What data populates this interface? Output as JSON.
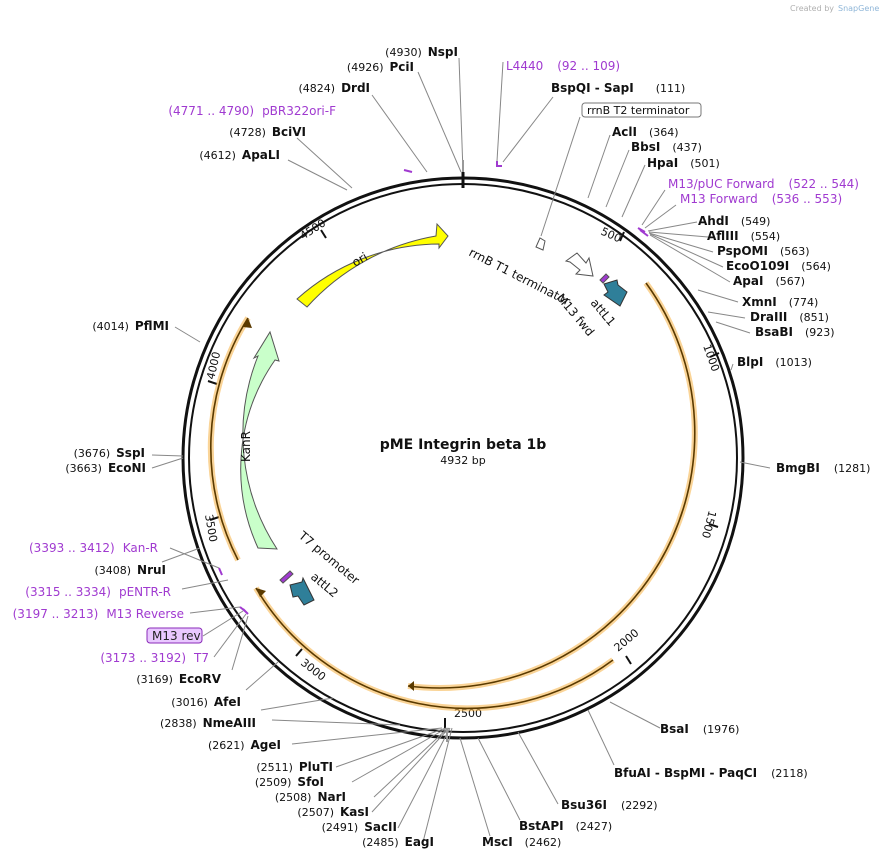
{
  "credit": {
    "created_by": "Created by",
    "brand": "SnapGene"
  },
  "map": {
    "name": "pME Integrin beta 1b",
    "length": "4932 bp"
  },
  "ticks": [
    {
      "label": "500"
    },
    {
      "label": "1000"
    },
    {
      "label": "1500"
    },
    {
      "label": "2000"
    },
    {
      "label": "2500"
    },
    {
      "label": "3000"
    },
    {
      "label": "3500"
    },
    {
      "label": "4000"
    },
    {
      "label": "4500"
    }
  ],
  "sites_right": [
    {
      "name": "BspQI - SapI",
      "pos": "(111)"
    },
    {
      "name": "AclI",
      "pos": "(364)"
    },
    {
      "name": "BbsI",
      "pos": "(437)"
    },
    {
      "name": "HpaI",
      "pos": "(501)"
    },
    {
      "name": "AhdI",
      "pos": "(549)"
    },
    {
      "name": "AflIII",
      "pos": "(554)"
    },
    {
      "name": "PspOMI",
      "pos": "(563)"
    },
    {
      "name": "EcoO109I",
      "pos": "(564)"
    },
    {
      "name": "ApaI",
      "pos": "(567)"
    },
    {
      "name": "XmnI",
      "pos": "(774)"
    },
    {
      "name": "DraIII",
      "pos": "(851)"
    },
    {
      "name": "BsaBI",
      "pos": "(923)"
    },
    {
      "name": "BlpI",
      "pos": "(1013)"
    },
    {
      "name": "BmgBI",
      "pos": "(1281)"
    },
    {
      "name": "BsaI",
      "pos": "(1976)"
    },
    {
      "name": "BfuAI - BspMI - PaqCI",
      "pos": "(2118)"
    },
    {
      "name": "Bsu36I",
      "pos": "(2292)"
    },
    {
      "name": "BstAPI",
      "pos": "(2427)"
    },
    {
      "name": "MscI",
      "pos": "(2462)"
    }
  ],
  "sites_left": [
    {
      "name": "NspI",
      "pos": "(4930)"
    },
    {
      "name": "PciI",
      "pos": "(4926)"
    },
    {
      "name": "DrdI",
      "pos": "(4824)"
    },
    {
      "name": "BciVI",
      "pos": "(4728)"
    },
    {
      "name": "ApaLI",
      "pos": "(4612)"
    },
    {
      "name": "PflMI",
      "pos": "(4014)"
    },
    {
      "name": "SspI",
      "pos": "(3676)"
    },
    {
      "name": "EcoNI",
      "pos": "(3663)"
    },
    {
      "name": "NruI",
      "pos": "(3408)"
    },
    {
      "name": "EcoRV",
      "pos": "(3169)"
    },
    {
      "name": "AfeI",
      "pos": "(3016)"
    },
    {
      "name": "NmeAIII",
      "pos": "(2838)"
    },
    {
      "name": "AgeI",
      "pos": "(2621)"
    },
    {
      "name": "PluTI",
      "pos": "(2511)"
    },
    {
      "name": "SfoI",
      "pos": "(2509)"
    },
    {
      "name": "NarI",
      "pos": "(2508)"
    },
    {
      "name": "KasI",
      "pos": "(2507)"
    },
    {
      "name": "SacII",
      "pos": "(2491)"
    },
    {
      "name": "EagI",
      "pos": "(2485)"
    }
  ],
  "primers": {
    "l4440": {
      "name": "L4440",
      "range": "(92 .. 109)"
    },
    "pbr322": {
      "range": "(4771 .. 4790)",
      "name": "pBR322ori-F"
    },
    "m13puc": {
      "name": "M13/pUC Forward",
      "range": "(522 .. 544)"
    },
    "m13fwd": {
      "name": "M13 Forward",
      "range": "(536 .. 553)"
    },
    "kanr": {
      "range": "(3393 .. 3412)",
      "name": "Kan-R"
    },
    "pentr": {
      "range": "(3315 .. 3334)",
      "name": "pENTR-R"
    },
    "m13rev": {
      "range": "(3197 .. 3213)",
      "name": "M13 Reverse"
    },
    "m13rev_box": {
      "name": "M13 rev"
    },
    "t7": {
      "range": "(3173 .. 3192)",
      "name": "T7"
    }
  },
  "features": {
    "rrnb_t2": "rrnB T2 terminator",
    "rrnb_t1": "rrnB T1 terminator",
    "m13_fwd": "M13 fwd",
    "attl1": "attL1",
    "ori": "ori",
    "kanr": "KanR",
    "t7_promoter": "T7 promoter",
    "attl2": "attL2"
  },
  "colors": {
    "primer": "#a03ad0",
    "ori": "#ffff00",
    "kanr": "#c9ffca",
    "att": "#2f7f99",
    "orf_outline": "#f5b041",
    "backbone": "#111111"
  }
}
